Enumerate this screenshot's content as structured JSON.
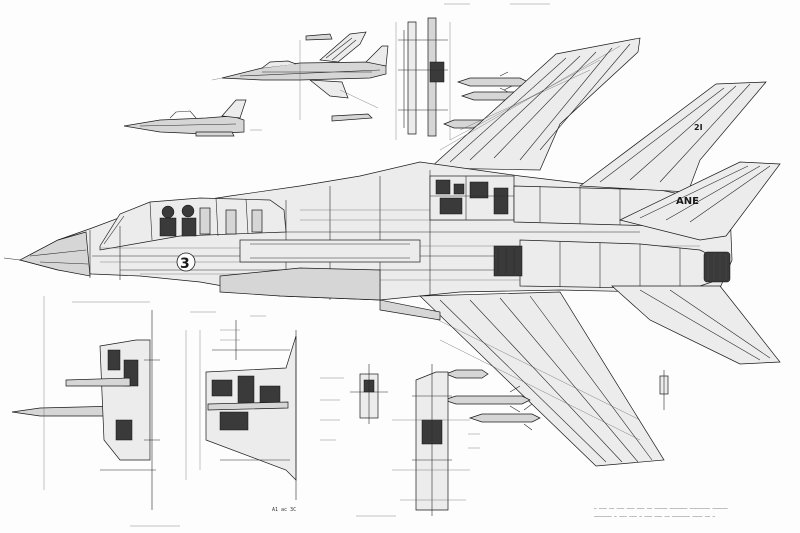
{
  "fuselage_marking": "3",
  "tail_marking": "ANE",
  "fin_marking": "2I",
  "scale_label": "A1 ac 3C",
  "notes": {
    "bottom_right_line1": "— ——— —— ——— ——— ——— —— ————— ——————— ———————— ——————",
    "bottom_right_line2": "——————— — ——— ——— — ——— ——— —— ——————— ———— —— —"
  }
}
